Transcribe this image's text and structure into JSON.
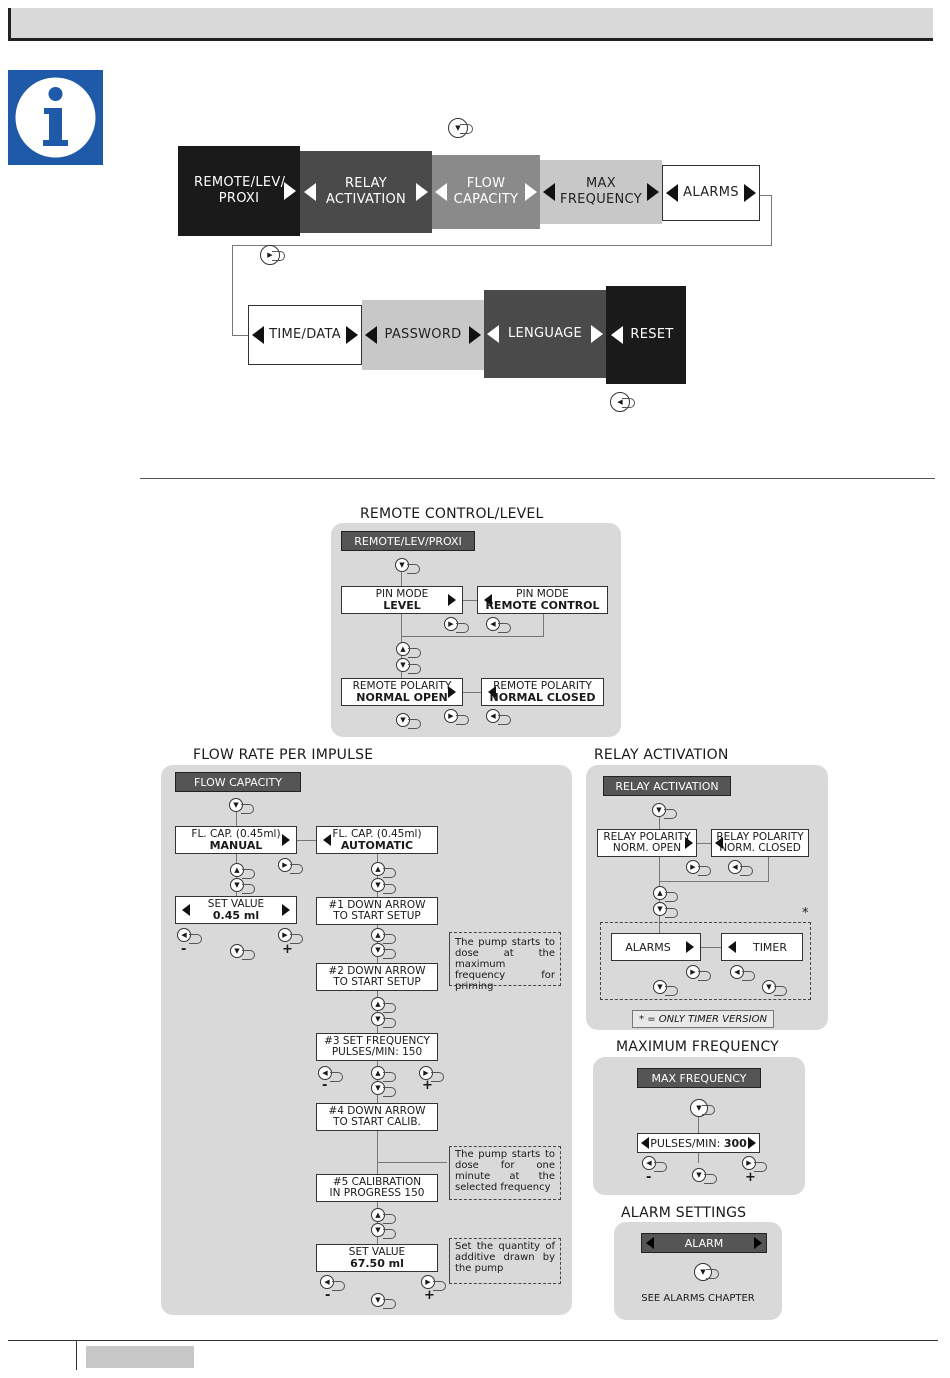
{
  "chain": {
    "row1": [
      "REMOTE/LEV/ PROXI",
      "RELAY ACTIVATION",
      "FLOW CAPACITY",
      "MAX FREQUENCY",
      "ALARMS"
    ],
    "row2": [
      "TIME/DATA",
      "PASSWORD",
      "LENGUAGE",
      "RESET"
    ],
    "colors": {
      "dark": "#1a1a1a",
      "mid": "#4a4a4a",
      "light": "#8a8a8a",
      "lighter": "#c8c8c8",
      "white": "#ffffff"
    }
  },
  "remote": {
    "title": "REMOTE CONTROL/LEVEL",
    "header": "REMOTE/LEV/PROXI",
    "pin_mode_label": "PIN MODE",
    "level": "LEVEL",
    "remote_control": "REMOTE CONTROL",
    "polarity_label": "REMOTE POLARITY",
    "normal_open": "NORMAL OPEN",
    "normal_closed": "NORMAL CLOSED"
  },
  "flow": {
    "title": "FLOW RATE PER IMPULSE",
    "header": "FLOW CAPACITY",
    "flcap_label": "FL. CAP. (0.45ml)",
    "manual": "MANUAL",
    "automatic": "AUTOMATIC",
    "set_value_label": "SET VALUE",
    "set_value_1": "0.45 ml",
    "step1": [
      "#1 DOWN ARROW",
      "TO START SETUP"
    ],
    "step2": [
      "#2 DOWN ARROW",
      "TO START SETUP"
    ],
    "step3": [
      "#3 SET FREQUENCY",
      "PULSES/MIN: 150"
    ],
    "step4": [
      "#4 DOWN ARROW",
      "TO START CALIB."
    ],
    "step5": [
      "#5 CALIBRATION",
      "IN PROGRESS 150"
    ],
    "set_value_2": "67.50 ml",
    "note1": "The pump starts to dose at the maximum frequency for priming",
    "note2": "The pump starts to dose for one minute at the selected frequency",
    "note3": "Set the quantity of additive drawn by the pump",
    "minus": "-",
    "plus": "+"
  },
  "relay": {
    "title": "RELAY ACTIVATION",
    "header": "RELAY ACTIVATION",
    "polarity_label": "RELAY POLARITY",
    "norm_open": "NORM. OPEN",
    "norm_closed": "NORM. CLOSED",
    "alarms": "ALARMS",
    "timer": "TIMER",
    "asterisk": "*",
    "footnote": "* = ONLY TIMER VERSION"
  },
  "maxfreq": {
    "title": "MAXIMUM FREQUENCY",
    "header": "MAX FREQUENCY",
    "pulses_label": "PULSES/MIN:",
    "pulses_value": "300"
  },
  "alarm": {
    "title": "ALARM SETTINGS",
    "header": "ALARM",
    "see": "SEE ALARMS CHAPTER"
  }
}
